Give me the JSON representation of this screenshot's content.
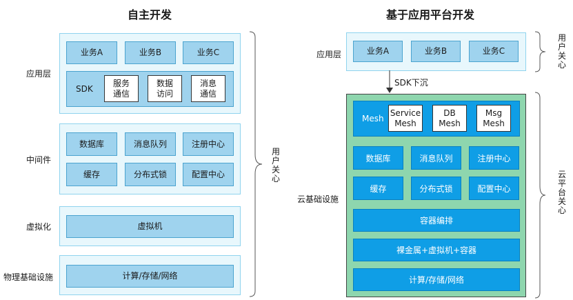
{
  "left": {
    "title": "自主开发",
    "rows": {
      "app": "应用层",
      "middleware": "中间件",
      "virtualization": "虚拟化",
      "infra": "物理基础设施"
    },
    "app_layer": {
      "businesses": [
        "业务A",
        "业务B",
        "业务C"
      ],
      "sdk": "SDK",
      "sdk_items": [
        "服务\n通信",
        "数据\n访问",
        "消息\n通信"
      ]
    },
    "middleware": [
      "数据库",
      "消息队列",
      "注册中心",
      "缓存",
      "分布式锁",
      "配置中心"
    ],
    "vm": "虚拟机",
    "infra_box": "计算/存储/网络",
    "brace_label": "用户关心"
  },
  "right": {
    "title": "基于应用平台开发",
    "rows": {
      "app": "应用层",
      "cloud": "云基础设施"
    },
    "businesses": [
      "业务A",
      "业务B",
      "业务C"
    ],
    "sdk_sink": "SDK下沉",
    "mesh": "Mesh",
    "mesh_items": [
      "Service\nMesh",
      "DB\nMesh",
      "Msg\nMesh"
    ],
    "middleware": [
      "数据库",
      "消息队列",
      "注册中心",
      "缓存",
      "分布式锁",
      "配置中心"
    ],
    "container_orchestration": "容器编排",
    "baremetal": "裸金属+虚拟机+容器",
    "infra_box": "计算/存储/网络",
    "brace_user": "用户关心",
    "brace_cloud": "云平台关心"
  }
}
